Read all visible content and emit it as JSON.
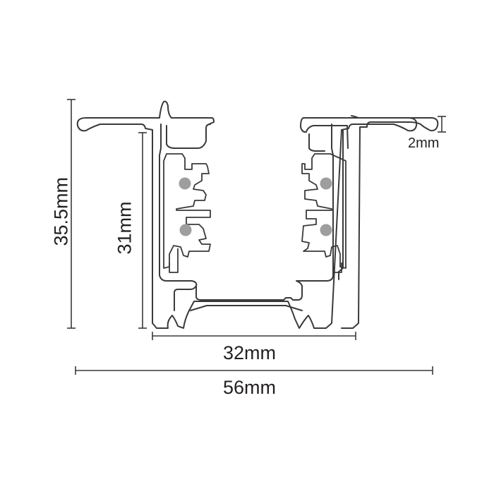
{
  "diagram": {
    "subject": "track-profile-cross-section",
    "line_color": "#3a3a3a",
    "contact_color": "#9e9e9e",
    "dimensions": {
      "height_total": "35.5mm",
      "height_inner": "31mm",
      "flange_thickness": "2mm",
      "inner_width": "32mm",
      "total_width": "56mm"
    }
  }
}
